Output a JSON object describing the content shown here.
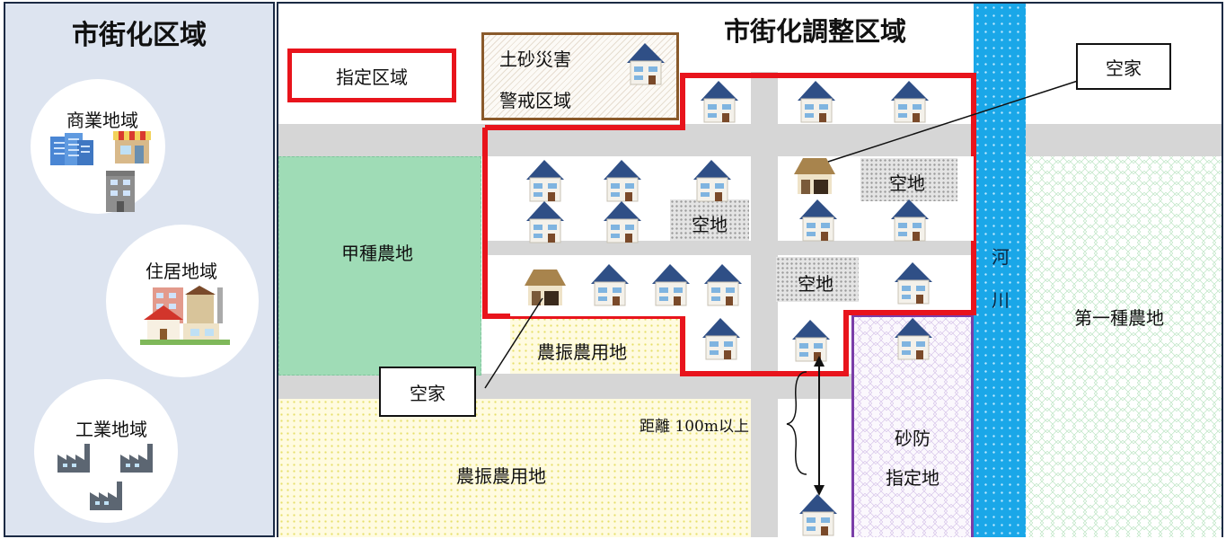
{
  "left": {
    "title": "市街化区域",
    "commercial": "商業地域",
    "residential": "住居地域",
    "industrial": "工業地域"
  },
  "main": {
    "title": "市街化調整区域",
    "legend_designated": "指定区域",
    "landslide_line1": "土砂災害",
    "landslide_line2": "警戒区域",
    "vacant_house": "空家",
    "vacant_lot": "空地",
    "farm_type_a": "甲種農地",
    "agri_promotion": "農振農用地",
    "first_class_farm": "第一種農地",
    "river_char1": "河",
    "river_char2": "川",
    "erosion_line1": "砂防",
    "erosion_line2": "指定地",
    "distance": "距離 100m以上"
  },
  "colors": {
    "designated_border": "#e8141c",
    "river": "#1aa7e8",
    "farm_type_a": "#9fdcb6",
    "landslide_border": "#8a5a2b",
    "erosion_border": "#7a3ea8",
    "left_panel_bg": "#dde4f0"
  }
}
